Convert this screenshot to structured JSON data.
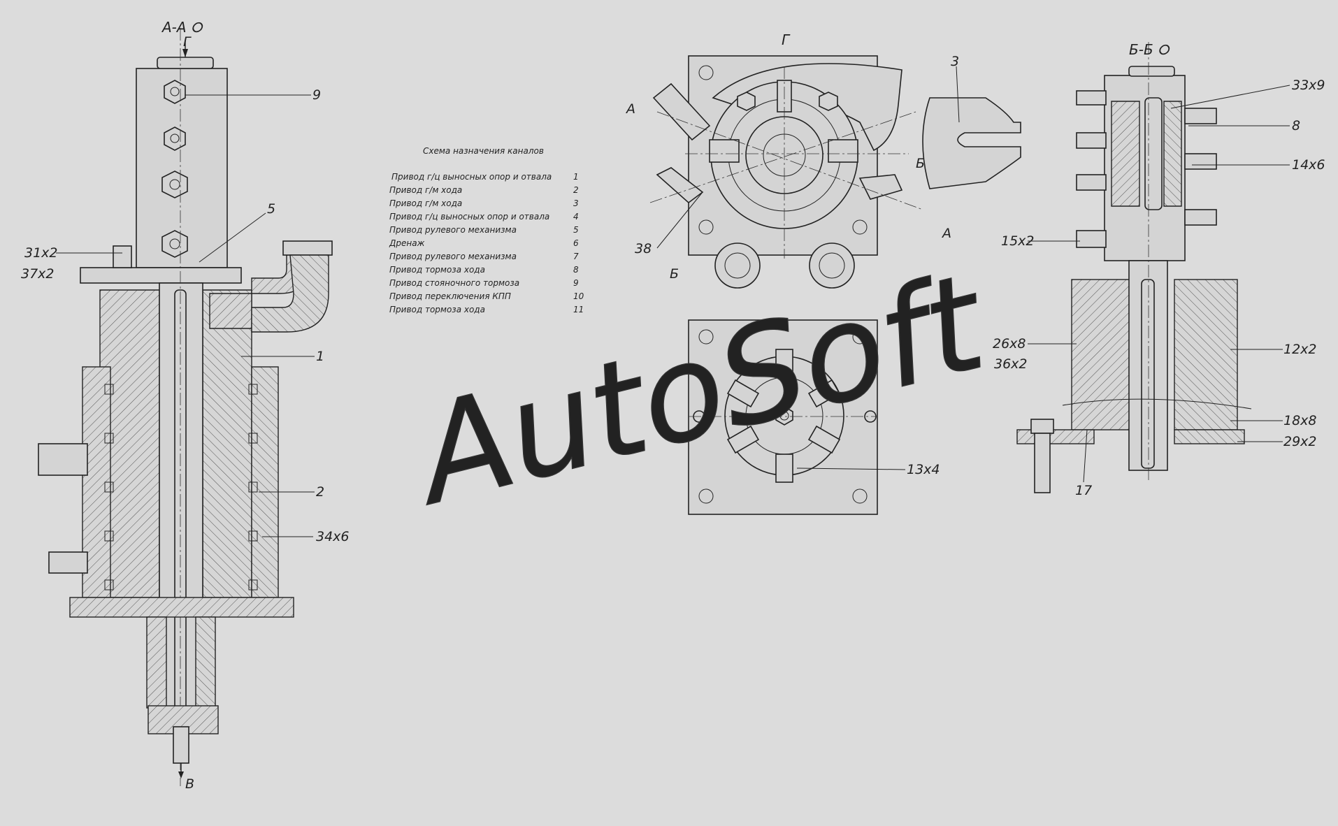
{
  "sections": {
    "aa": "А-А ⭘",
    "bb": "Б-Б ⭘",
    "g_top": "Г",
    "g_small": "Г",
    "v_bottom": "В",
    "a_mark1": "А",
    "a_mark2": "А",
    "b_mark1": "Б",
    "b_mark2": "Б"
  },
  "callouts": {
    "c9": "9",
    "c5": "5",
    "c31": "31x2",
    "c37": "37x2",
    "c1": "1",
    "c2": "2",
    "c34": "34x6",
    "c3": "3",
    "c38": "38",
    "c13": "13x4",
    "c33": "33x9",
    "c8": "8",
    "c14": "14x6",
    "c15": "15x2",
    "c26": "26x8",
    "c36": "36x2",
    "c12": "12x2",
    "c18": "18x8",
    "c29": "29x2",
    "c17": "17"
  },
  "channel_table": {
    "title": "Схема назначения каналов",
    "rows": [
      {
        "label": "Привод г/ц выносных опор и отвала",
        "num": "1"
      },
      {
        "label": "Привод г/м хода",
        "num": "2"
      },
      {
        "label": "Привод г/м хода",
        "num": "3"
      },
      {
        "label": "Привод г/ц выносных опор и отвала",
        "num": "4"
      },
      {
        "label": "Привод рулевого механизма",
        "num": "5"
      },
      {
        "label": "Дренаж",
        "num": "6"
      },
      {
        "label": "Привод рулевого механизма",
        "num": "7"
      },
      {
        "label": "Привод тормоза хода",
        "num": "8"
      },
      {
        "label": "Привод стояночного тормоза",
        "num": "9"
      },
      {
        "label": "Привод переключения КПП",
        "num": "10"
      },
      {
        "label": "Привод тормоза хода",
        "num": "11"
      }
    ]
  },
  "watermark": "AutoSoft"
}
